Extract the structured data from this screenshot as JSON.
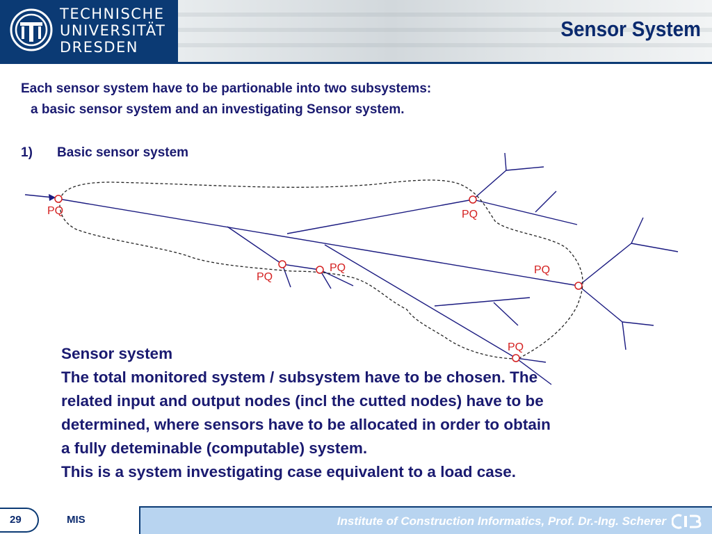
{
  "header": {
    "university": [
      "TECHNISCHE",
      "UNIVERSITÄT",
      "DRESDEN"
    ],
    "title": "Sensor System"
  },
  "intro": {
    "line1": "Each sensor system have to be partionable into two subsystems:",
    "line2": "a basic sensor system and an investigating Sensor system."
  },
  "list": {
    "number": "1)",
    "label": "Basic sensor system"
  },
  "diagram": {
    "node_label": "PQ"
  },
  "description": {
    "heading": "Sensor system",
    "lines": [
      "The total monitored system / subsystem have to be chosen. The",
      "related input and output nodes (incl the cutted nodes) have to be",
      "determined, where sensors have to be allocated in order to obtain",
      "a fully deteminable (computable) system.",
      "This is a system investigating case equivalent to a load case."
    ]
  },
  "footer": {
    "page": "29",
    "course": "MIS",
    "institute": "Institute of Construction Informatics, Prof. Dr.-Ing. Scherer"
  },
  "colors": {
    "brand": "#0b3a74",
    "text": "#1a1a70",
    "node": "#d42020",
    "footer_band": "#b8d4f0"
  }
}
